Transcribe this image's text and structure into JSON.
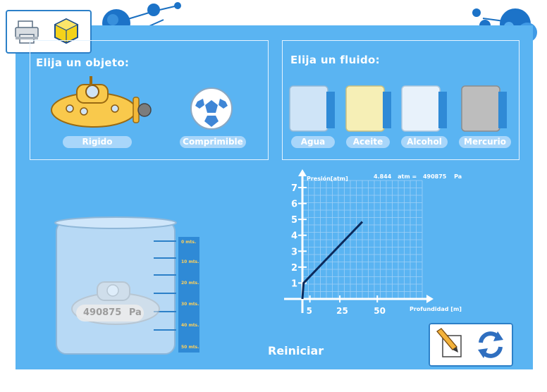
{
  "object_panel": {
    "title": "Elija un objeto:",
    "options": [
      {
        "label": "Rigido",
        "icon": "submarine-icon"
      },
      {
        "label": "Comprimible",
        "icon": "soccer-ball-icon"
      }
    ]
  },
  "fluid_panel": {
    "title": "Elija un fluido:",
    "options": [
      {
        "label": "Agua",
        "color": "#cfe4f7"
      },
      {
        "label": "Aceite",
        "color": "#f6efb6"
      },
      {
        "label": "Alcohol",
        "color": "#e8f2fb"
      },
      {
        "label": "Mercurio",
        "color": "#bdbdbd"
      }
    ]
  },
  "tank": {
    "pressure_value": "490875",
    "pressure_unit": "Pa",
    "depth_ticks": [
      "0 mts.",
      "10 mts.",
      "20 mts.",
      "30 mts.",
      "40 mts.",
      "50 mts."
    ]
  },
  "readout": {
    "atm_value": "4.844",
    "atm_unit": "atm =",
    "pa_value": "490875",
    "pa_unit": "Pa"
  },
  "reset_label": "Reiniciar",
  "colors": {
    "background": "#5ab4f2",
    "accent": "#1f6fc1",
    "line": "#0b2a5c"
  },
  "chart_data": {
    "type": "line",
    "ylabel": "Presión[atm]",
    "xlabel": "Profundidad [m]",
    "y_ticks": [
      "1",
      "2",
      "3",
      "4",
      "5",
      "6",
      "7"
    ],
    "x_ticks": [
      "5",
      "25",
      "50"
    ],
    "xlim": [
      0,
      80
    ],
    "ylim": [
      0,
      7
    ],
    "series": [
      {
        "x": [
          0,
          0.8,
          40
        ],
        "y": [
          0,
          1,
          4.85
        ]
      }
    ]
  }
}
